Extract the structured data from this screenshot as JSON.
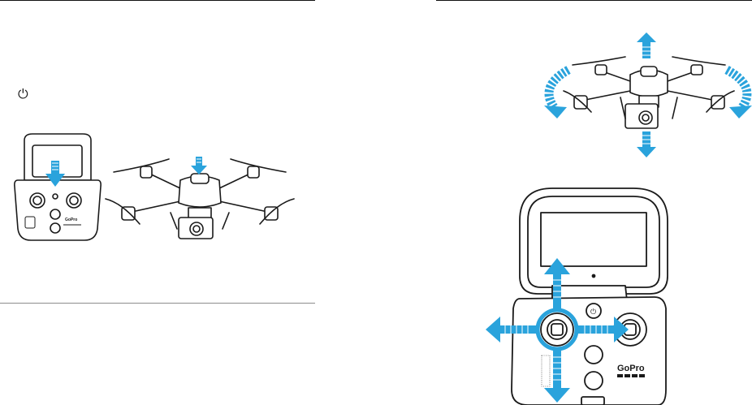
{
  "page": {
    "power_symbol": "⏻",
    "icons": [
      "power-icon",
      "drone-illustration",
      "controller-illustration",
      "press-arrow-icon",
      "direction-arrow-icon",
      "rotation-arrow-icon"
    ]
  },
  "controller": {
    "brand": "GoPro",
    "small_brand": "GoPro"
  },
  "colors": {
    "ink": "#1a1a1a",
    "arrow_blue": "#2aa3dc",
    "rule": "#111111",
    "rule_light": "#8c8c8c"
  }
}
